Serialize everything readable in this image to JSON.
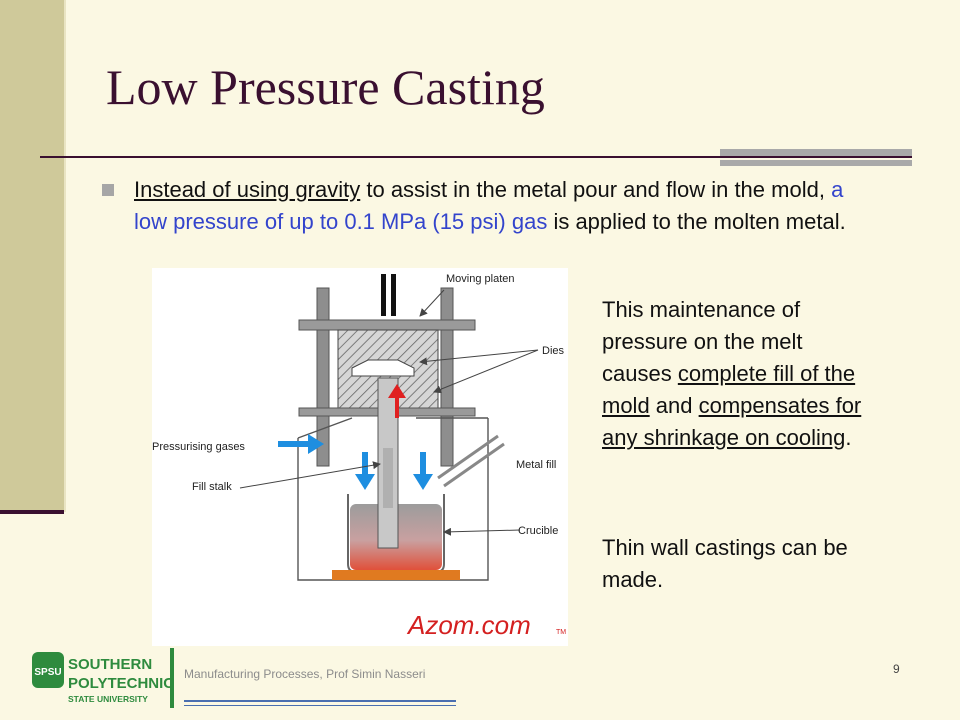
{
  "slide": {
    "title": "Low Pressure Casting",
    "bullet": {
      "part1": "Instead of using gravity",
      "part2": " to assist in the metal pour and flow in the mold, ",
      "part3": "a low pressure of up to 0.1 MPa (15 psi) gas",
      "part4": " is applied to the molten metal."
    },
    "right_text": {
      "p1_a": "This maintenance of pressure on the melt causes ",
      "p1_u1": "complete fill of the mold",
      "p1_b": " and ",
      "p1_u2": "compensates for any shrinkage on cooling",
      "p1_c": ".",
      "p2": "Thin wall castings can be made."
    },
    "diagram": {
      "labels": {
        "moving_platen": "Moving platen",
        "dies": "Dies",
        "pressurising_gases": "Pressurising gases",
        "metal_fill": "Metal fill",
        "fill_stalk": "Fill stalk",
        "crucible": "Crucible"
      },
      "watermark": "Azom.com",
      "watermark_tm": "TM"
    },
    "footer": {
      "logo_abbr": "SPSU",
      "logo_line1": "SOUTHERN",
      "logo_line2": "POLYTECHNIC",
      "logo_line3": "STATE UNIVERSITY",
      "text": "Manufacturing Processes, Prof Simin Nasseri",
      "page_number": "9"
    },
    "colors": {
      "title": "#3a1030",
      "highlight_blue": "#3344cc",
      "arrow_blue": "#1e8ee0",
      "arrow_red": "#e02020",
      "logo_green": "#2e8b3e"
    }
  }
}
